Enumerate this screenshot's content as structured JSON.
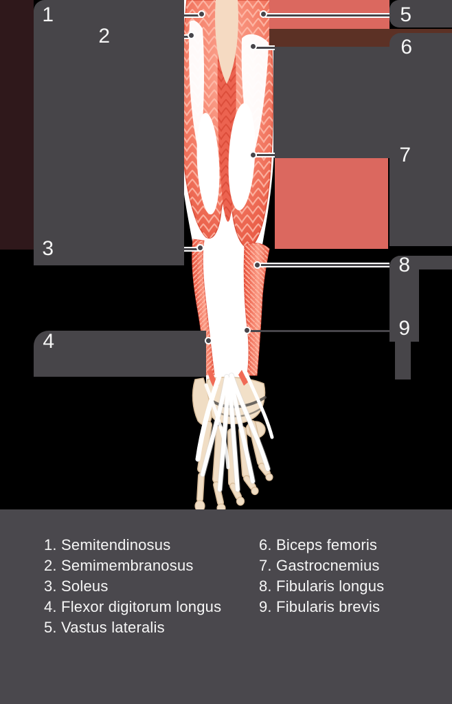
{
  "figure_markers": [
    "1",
    "2",
    "3",
    "4",
    "5",
    "6",
    "7",
    "8",
    "9"
  ],
  "answer_key": {
    "column1": [
      "1. Semitendinosus",
      "2. Semimembranosus",
      "3. Soleus",
      "4. Flexor digitorum longus",
      "5. Vastus lateralis"
    ],
    "column2": [
      "6. Biceps femoris",
      "7. Gastrocnemius",
      "8. Fibularis longus",
      "9. Fibularis brevis"
    ]
  },
  "colors": {
    "background": "#000000",
    "label_box": "#474549",
    "answer_panel": "#4A484D",
    "text": "#F6F6F6",
    "pointer_line": "#47454A",
    "pointer_outline": "#FFFFFF",
    "maroon_patch": "#2F181B",
    "brown_band": "#5C3125",
    "salmon_highlight": "#DB685F",
    "bone": "#F0DDC4",
    "bone_outline": "#D9BD9B"
  }
}
